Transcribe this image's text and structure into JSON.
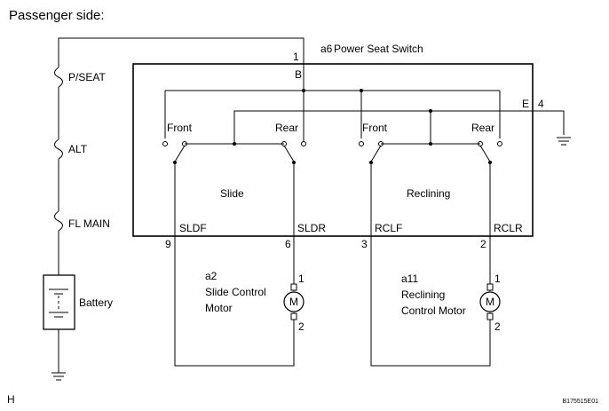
{
  "header": {
    "title": "Passenger side:"
  },
  "switch": {
    "code": "a6",
    "name": "Power Seat Switch",
    "pin_b_number": "1",
    "pin_b_label": "B",
    "pin_e_label": "E",
    "pin_e_number": "4",
    "slide": {
      "label": "Slide",
      "front": "Front",
      "rear": "Rear"
    },
    "reclining": {
      "label": "Reclining",
      "front": "Front",
      "rear": "Rear"
    },
    "terminals": [
      {
        "label": "SLDF",
        "number": "9"
      },
      {
        "label": "SLDR",
        "number": "6"
      },
      {
        "label": "RCLF",
        "number": "3"
      },
      {
        "label": "RCLR",
        "number": "2"
      }
    ]
  },
  "fuses": [
    "P/SEAT",
    "ALT",
    "FL MAIN"
  ],
  "battery": {
    "label": "Battery"
  },
  "motors": [
    {
      "code": "a2",
      "name_line1": "Slide Control",
      "name_line2": "Motor",
      "symbol": "M",
      "pin_top": "1",
      "pin_bottom": "2"
    },
    {
      "code": "a11",
      "name_line1": "Reclining",
      "name_line2": "Control Motor",
      "symbol": "M",
      "pin_top": "1",
      "pin_bottom": "2"
    }
  ],
  "footer": {
    "left_mark": "H",
    "figure_id": "B175515E01"
  }
}
